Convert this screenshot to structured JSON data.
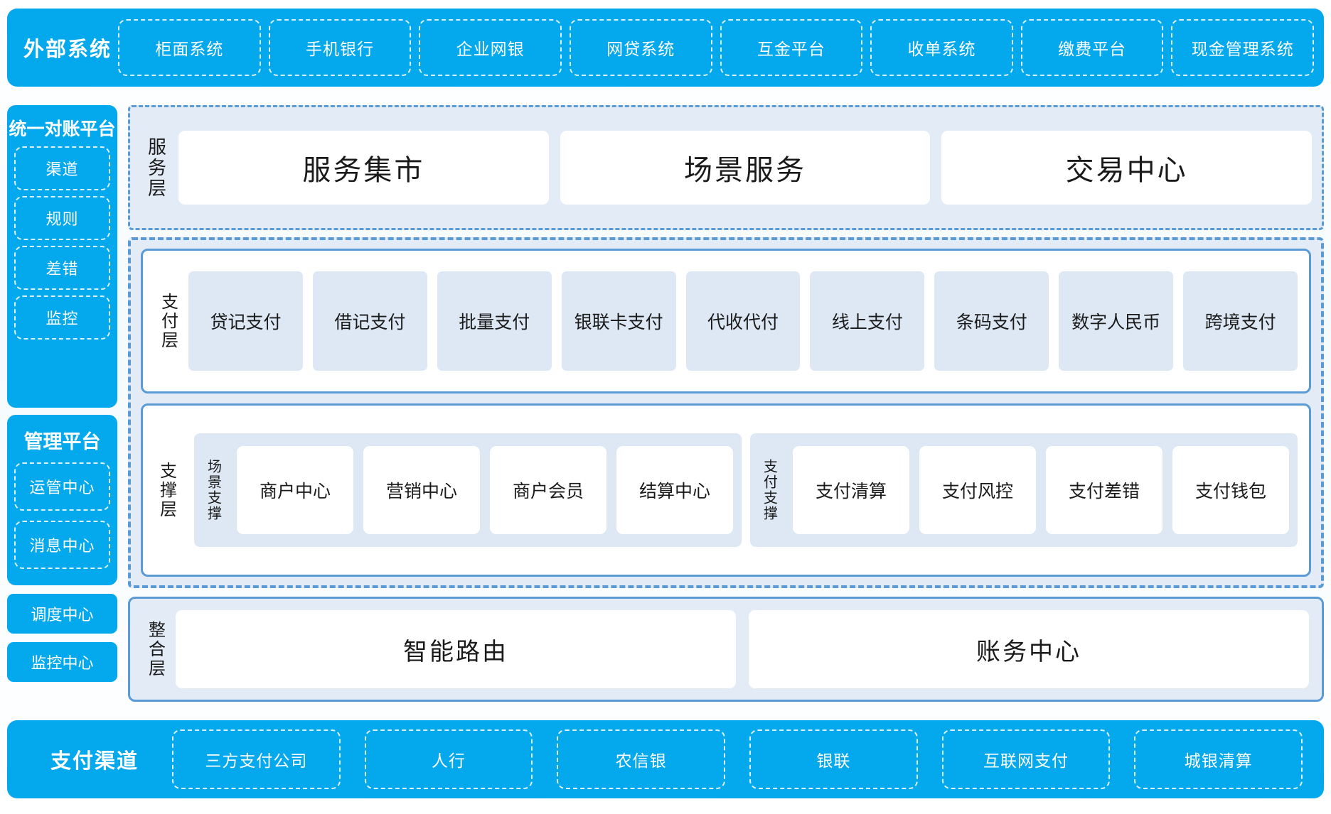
{
  "colors": {
    "brand_cyan": "#04a8ec",
    "layer_border_blue": "#5b9bd5",
    "layer_fill": "#e2ebf6",
    "tile_fill": "#dde8f4",
    "card_white": "#ffffff",
    "text_dark": "#1a1a1a"
  },
  "external": {
    "title": "外部系统",
    "items": [
      "柜面系统",
      "手机银行",
      "企业网银",
      "网贷系统",
      "互金平台",
      "收单系统",
      "缴费平台",
      "现金管理系统"
    ]
  },
  "rail": {
    "reconciliation": {
      "title": "统一对账平台",
      "items": [
        "渠道",
        "规则",
        "差错",
        "监控"
      ]
    },
    "management": {
      "title": "管理平台",
      "items": [
        "运管中心",
        "消息中心"
      ]
    },
    "standalone": [
      "调度中心",
      "监控中心"
    ]
  },
  "service_layer": {
    "label": "服务层",
    "cards": [
      "服务集市",
      "场景服务",
      "交易中心"
    ]
  },
  "payment_layer": {
    "label": "支付层",
    "tiles": [
      "贷记支付",
      "借记支付",
      "批量支付",
      "银联卡支付",
      "代收代付",
      "线上支付",
      "条码支付",
      "数字人民币",
      "跨境支付"
    ]
  },
  "support_layer": {
    "label": "支撑层",
    "groups": [
      {
        "label": "场景支撑",
        "cards": [
          "商户中心",
          "营销中心",
          "商户会员",
          "结算中心"
        ]
      },
      {
        "label": "支付支撑",
        "cards": [
          "支付清算",
          "支付风控",
          "支付差错",
          "支付钱包"
        ]
      }
    ]
  },
  "integration_layer": {
    "label": "整合层",
    "cards": [
      "智能路由",
      "账务中心"
    ]
  },
  "channels": {
    "title": "支付渠道",
    "items": [
      "三方支付公司",
      "人行",
      "农信银",
      "银联",
      "互联网支付",
      "城银清算"
    ]
  }
}
